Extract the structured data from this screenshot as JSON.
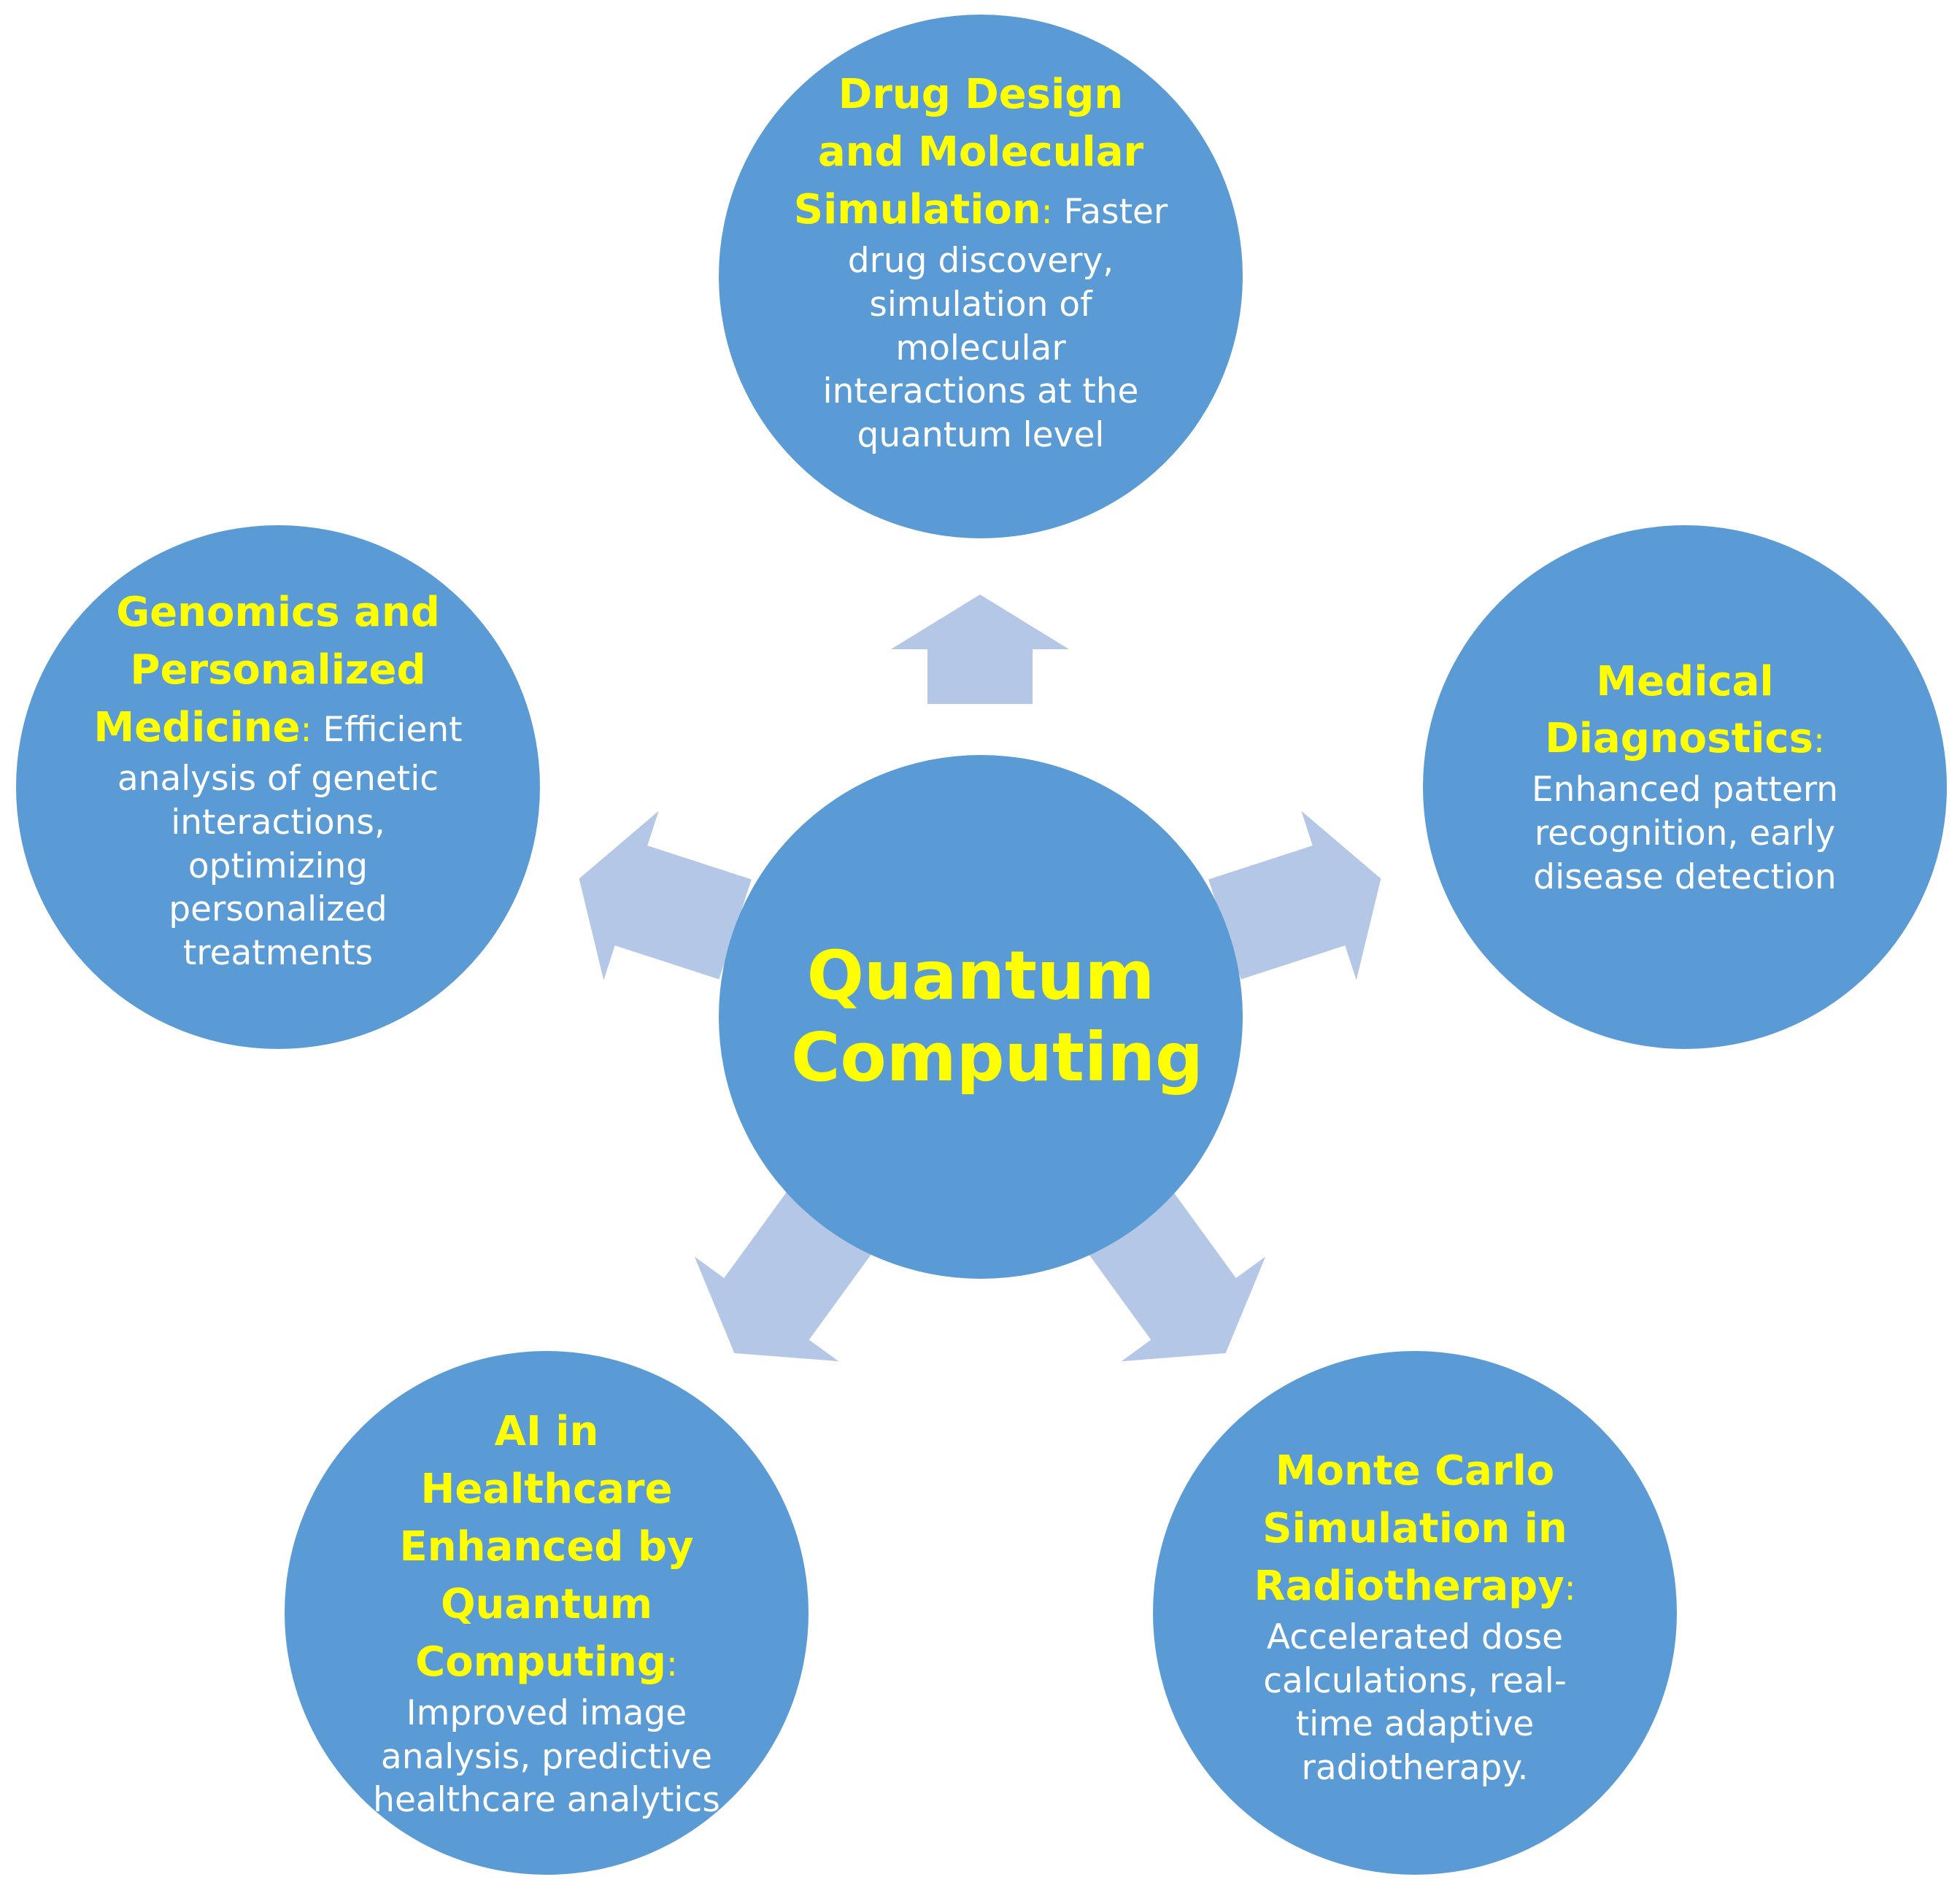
{
  "center": {
    "title": "Quantum Computing"
  },
  "nodes": {
    "drug": {
      "title": "Drug Design and Molecular Simulation",
      "colon": ":",
      "text": "Faster drug discovery, simulation of molecular interactions at the quantum level"
    },
    "diagnostics": {
      "title": "Medical Diagnostics",
      "colon": ":",
      "text": "Enhanced pattern recognition, early disease detection"
    },
    "monte_carlo": {
      "title": "Monte Carlo Simulation in Radiotherapy",
      "colon": ":",
      "text": "Accelerated dose calculations, real-time adaptive radiotherapy."
    },
    "ai": {
      "title": "AI in Healthcare Enhanced by Quantum Computing",
      "colon": ":",
      "text": "Improved image analysis, predictive healthcare analytics"
    },
    "genomics": {
      "title": "Genomics and Personalized Medicine",
      "colon": ":",
      "text": "Efficient analysis of genetic interactions, optimizing personalized treatments"
    }
  },
  "colors": {
    "circle": "#5b9bd5",
    "arrow": "#b4c7e7",
    "title_text": "#ffff00",
    "body_text": "#ffffff"
  }
}
